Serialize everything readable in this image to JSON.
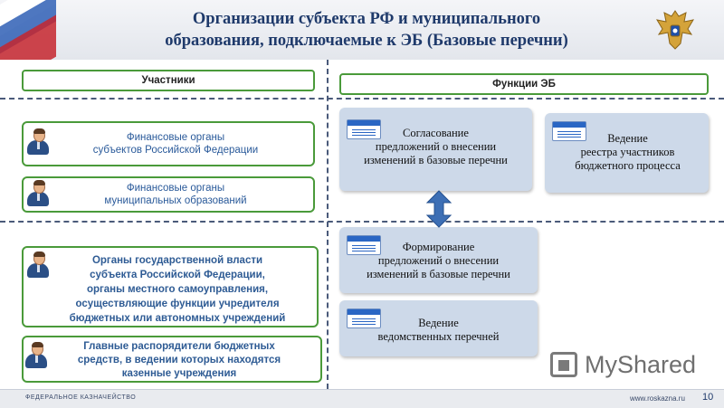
{
  "header": {
    "title_line1": "Организации субъекта РФ и муниципального",
    "title_line2": "образования, подключаемые к ЭБ (Базовые перечни)"
  },
  "sections": {
    "participants_label": "Участники",
    "functions_label": "Функции ЭБ"
  },
  "participants": [
    {
      "lines": [
        "Финансовые органы",
        "субъектов Российской Федерации"
      ]
    },
    {
      "lines": [
        "Финансовые органы",
        "муниципальных образований"
      ]
    },
    {
      "lines": [
        "Органы государственной власти",
        "субъекта Российской Федерации,",
        "органы местного самоуправления,",
        "осуществляющие функции учредителя",
        "бюджетных или автономных учреждений"
      ]
    },
    {
      "lines": [
        "Главные распорядители бюджетных",
        "средств, в ведении которых находятся",
        "казенные учреждения"
      ]
    }
  ],
  "functions": [
    {
      "lines": [
        "Согласование",
        "предложений о внесении",
        "изменений в базовые перечни"
      ]
    },
    {
      "lines": [
        "Ведение",
        "реестра участников",
        "бюджетного процесса"
      ]
    },
    {
      "lines": [
        "Формирование",
        "предложений о внесении",
        "изменений в базовые перечни"
      ]
    },
    {
      "lines": [
        "Ведение",
        "ведомственных перечней"
      ]
    }
  ],
  "watermark": "MyShared",
  "footer": {
    "org": "ФЕДЕРАЛЬНОЕ КАЗНАЧЕЙСТВО",
    "site": "www.roskazna.ru",
    "page": "10"
  },
  "colors": {
    "title": "#1f3a6b",
    "participant_border": "#4a9a3a",
    "participant_text": "#2a5a9a",
    "function_fill": "#cdd9e9",
    "arrow": "#3d6fb5"
  }
}
